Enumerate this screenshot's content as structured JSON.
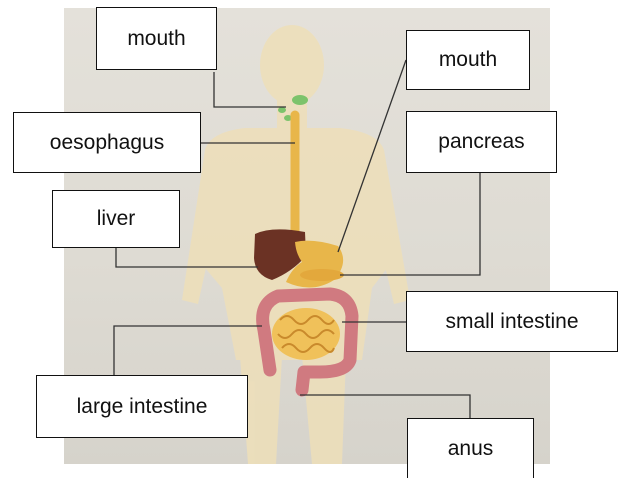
{
  "labels": {
    "mouth_left": "mouth",
    "oesophagus": "oesophagus",
    "liver": "liver",
    "large_intestine": "large intestine",
    "mouth_right": "mouth",
    "pancreas": "pancreas",
    "small_intestine": "small intestine",
    "anus": "anus"
  },
  "colors": {
    "body_silhouette": "#eedfb9",
    "digestive_tract": "#e8b64a",
    "liver": "#6b3224",
    "large_intestine": "#d07a80",
    "salivary_glands": "#7cc36b",
    "leader_lines": "#333333"
  }
}
